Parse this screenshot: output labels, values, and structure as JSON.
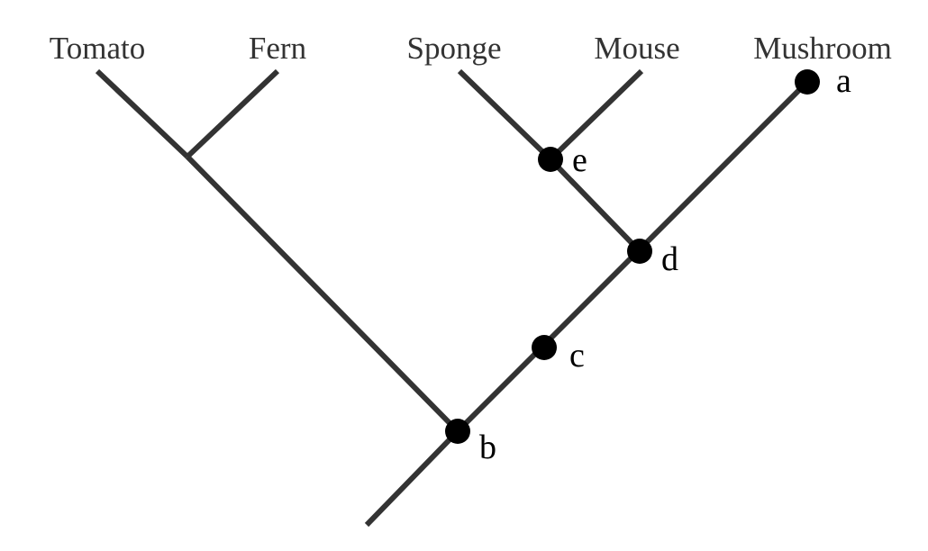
{
  "taxa": {
    "tomato": "Tomato",
    "fern": "Fern",
    "sponge": "Sponge",
    "mouse": "Mouse",
    "mushroom": "Mushroom"
  },
  "nodes": {
    "a": "a",
    "b": "b",
    "c": "c",
    "d": "d",
    "e": "e"
  },
  "colors": {
    "branch": "#333333",
    "node": "#000000"
  }
}
